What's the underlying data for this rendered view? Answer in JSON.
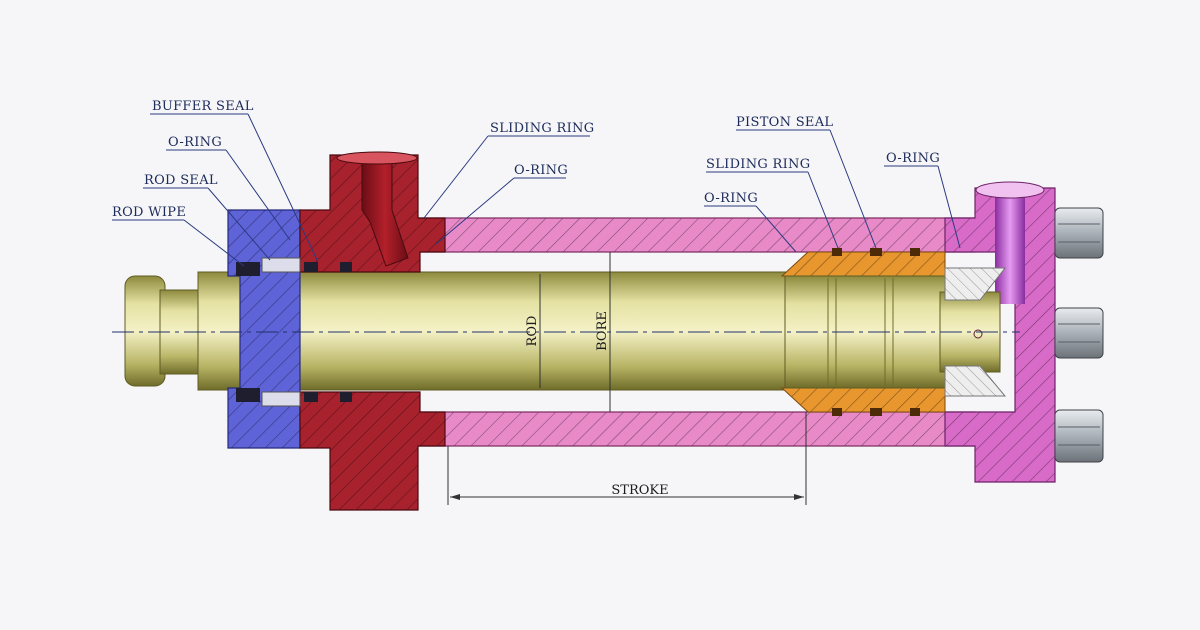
{
  "labels": {
    "buffer_seal": "BUFFER SEAL",
    "o_ring_gland": "O-RING",
    "rod_seal": "ROD SEAL",
    "rod_wipe": "ROD WIPE",
    "sliding_ring_gland": "SLIDING RING",
    "o_ring_tube": "O-RING",
    "piston_seal": "PISTON SEAL",
    "sliding_ring_piston": "SLIDING RING",
    "o_ring_piston": "O-RING",
    "o_ring_end": "O-RING"
  },
  "dimensions": {
    "rod": "ROD",
    "bore": "BORE",
    "stroke": "STROKE"
  },
  "colors": {
    "wiper_housing": "#5f63d8",
    "gland": "#a8222e",
    "tube": "#e88ac8",
    "rod": "#c9c67a",
    "piston": "#e8962e",
    "end_cap": "#d86ac8",
    "nut": "#b9c0c8"
  }
}
